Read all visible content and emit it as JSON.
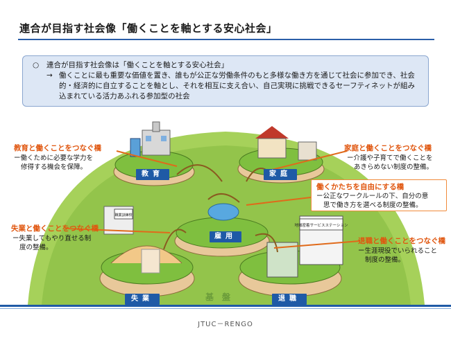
{
  "title": "連合が目指す社会像「働くことを軸とする安心社会」",
  "summary": {
    "bullet": "○",
    "line1": "連合が目指す社会像は「働くことを軸とする安心社会」",
    "arrow": "→",
    "body": "働くことに最も重要な価値を置き、誰もが公正な労働条件のもと多様な働き方を通じて社会に参加でき、社会的・経済的に自立することを軸とし、それを相互に支え合い、自己実現に挑戦できるセーフティネットが組み込まれている活力あふれる参加型の社会"
  },
  "bridges": {
    "education": {
      "label": "教育と働くことをつなぐ橋",
      "desc1": "ー働くために必要な学力を",
      "desc2": "修得する機会を保障。"
    },
    "family": {
      "label": "家庭と働くことをつなぐ橋",
      "desc1": "ー介護や子育てで働くことを",
      "desc2": "あきらめない制度の整備。"
    },
    "workstyle": {
      "label": "働くかたちを自由にする橋",
      "desc1": "ー公正なワークルールの下、自分の意",
      "desc2": "思で働き方を選べる制度の整備。"
    },
    "unemployment": {
      "label": "失業と働くことをつなぐ橋",
      "desc1": "ー失業してもやり直せる制",
      "desc2": "度の整備。"
    },
    "retirement": {
      "label": "退職と働くことをつなぐ橋",
      "desc1": "ー生涯現役でいられること",
      "desc2": "制度の整備。"
    }
  },
  "areas": {
    "education": "教育",
    "family": "家庭",
    "employment": "雇用",
    "unemployment": "失業",
    "retirement": "退職"
  },
  "signs": {
    "training": "職業訓練校",
    "community": "地域密着サービスステーション"
  },
  "foundation": "基盤",
  "footer": "JTUC－RENGO",
  "colors": {
    "accent": "#1f5aa6",
    "bridge_label": "#e0560f",
    "grass": "#8cc34a",
    "summary_bg": "#dde7f5"
  }
}
